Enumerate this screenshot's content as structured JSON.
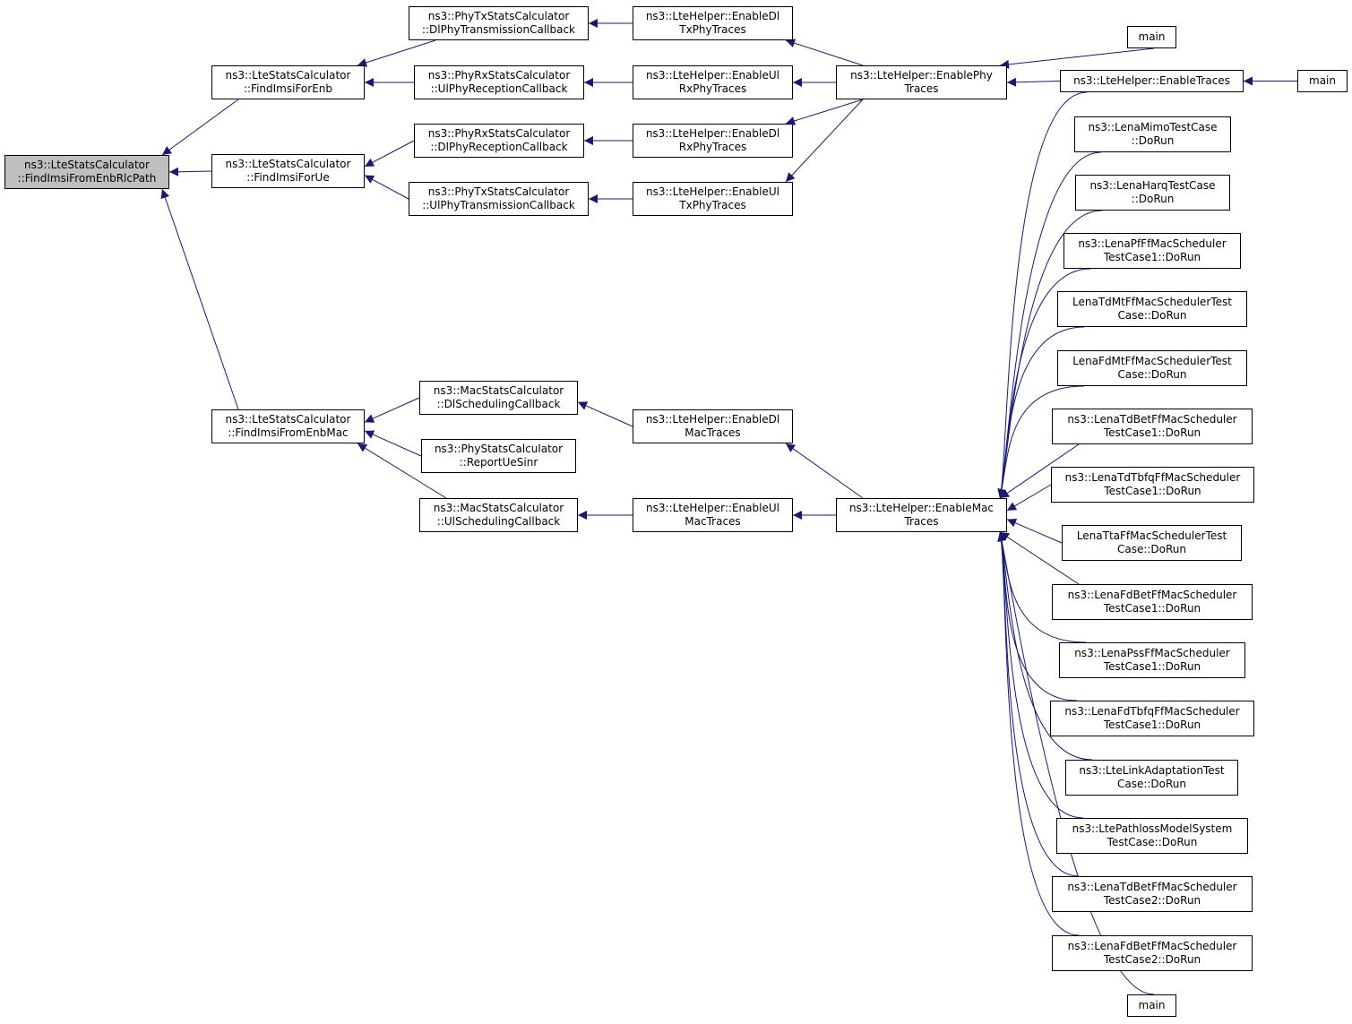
{
  "diagram": {
    "colors": {
      "edge": "#191970",
      "root_fill": "#bfbfbf",
      "node_fill": "#ffffff",
      "border": "#000000"
    },
    "nodes": {
      "root": [
        "ns3::LteStatsCalculator",
        "::FindImsiFromEnbRlcPath"
      ],
      "fife": [
        "ns3::LteStatsCalculator",
        "::FindImsiForEnb"
      ],
      "fiue": [
        "ns3::LteStatsCalculator",
        "::FindImsiForUe"
      ],
      "fimac": [
        "ns3::LteStatsCalculator",
        "::FindImsiFromEnbMac"
      ],
      "dltxcb": [
        "ns3::PhyTxStatsCalculator",
        "::DlPhyTransmissionCallback"
      ],
      "ulrxcb": [
        "ns3::PhyRxStatsCalculator",
        "::UlPhyReceptionCallback"
      ],
      "dlrxcb": [
        "ns3::PhyRxStatsCalculator",
        "::DlPhyReceptionCallback"
      ],
      "ultxcb": [
        "ns3::PhyTxStatsCalculator",
        "::UlPhyTransmissionCallback"
      ],
      "dlsch": [
        "ns3::MacStatsCalculator",
        "::DlSchedulingCallback"
      ],
      "sinr": [
        "ns3::PhyStatsCalculator",
        "::ReportUeSinr"
      ],
      "ulsch": [
        "ns3::MacStatsCalculator",
        "::UlSchedulingCallback"
      ],
      "edltx": [
        "ns3::LteHelper::EnableDl",
        "TxPhyTraces"
      ],
      "eulrx": [
        "ns3::LteHelper::EnableUl",
        "RxPhyTraces"
      ],
      "edlrx": [
        "ns3::LteHelper::EnableDl",
        "RxPhyTraces"
      ],
      "eultx": [
        "ns3::LteHelper::EnableUl",
        "TxPhyTraces"
      ],
      "edlmac": [
        "ns3::LteHelper::EnableDl",
        "MacTraces"
      ],
      "eulmac": [
        "ns3::LteHelper::EnableUl",
        "MacTraces"
      ],
      "ephy": [
        "ns3::LteHelper::EnablePhy",
        "Traces"
      ],
      "emac": [
        "ns3::LteHelper::EnableMac",
        "Traces"
      ],
      "main1": [
        "main"
      ],
      "etraces": [
        "ns3::LteHelper::EnableTraces"
      ],
      "main2": [
        "main"
      ],
      "mimo": [
        "ns3::LenaMimoTestCase",
        "::DoRun"
      ],
      "harq": [
        "ns3::LenaHarqTestCase",
        "::DoRun"
      ],
      "pf": [
        "ns3::LenaPfFfMacScheduler",
        "TestCase1::DoRun"
      ],
      "tdmt": [
        "LenaTdMtFfMacSchedulerTest",
        "Case::DoRun"
      ],
      "fdmt": [
        "LenaFdMtFfMacSchedulerTest",
        "Case::DoRun"
      ],
      "tdbet1": [
        "ns3::LenaTdBetFfMacScheduler",
        "TestCase1::DoRun"
      ],
      "tdtbfq": [
        "ns3::LenaTdTbfqFfMacScheduler",
        "TestCase1::DoRun"
      ],
      "tta": [
        "LenaTtaFfMacSchedulerTest",
        "Case::DoRun"
      ],
      "fdbet1": [
        "ns3::LenaFdBetFfMacScheduler",
        "TestCase1::DoRun"
      ],
      "pss": [
        "ns3::LenaPssFfMacScheduler",
        "TestCase1::DoRun"
      ],
      "fdtbfq": [
        "ns3::LenaFdTbfqFfMacScheduler",
        "TestCase1::DoRun"
      ],
      "linkad": [
        "ns3::LteLinkAdaptationTest",
        "Case::DoRun"
      ],
      "pathloss": [
        "ns3::LtePathlossModelSystem",
        "TestCase::DoRun"
      ],
      "tdbet2": [
        "ns3::LenaTdBetFfMacScheduler",
        "TestCase2::DoRun"
      ],
      "fdbet2": [
        "ns3::LenaFdBetFfMacScheduler",
        "TestCase2::DoRun"
      ],
      "main3": [
        "main"
      ]
    },
    "edges": [
      [
        "fife",
        "root"
      ],
      [
        "fiue",
        "root"
      ],
      [
        "fimac",
        "root"
      ],
      [
        "dltxcb",
        "fife"
      ],
      [
        "ulrxcb",
        "fife"
      ],
      [
        "dlrxcb",
        "fiue"
      ],
      [
        "ultxcb",
        "fiue"
      ],
      [
        "dlsch",
        "fimac"
      ],
      [
        "sinr",
        "fimac"
      ],
      [
        "ulsch",
        "fimac"
      ],
      [
        "edltx",
        "dltxcb"
      ],
      [
        "eulrx",
        "ulrxcb"
      ],
      [
        "edlrx",
        "dlrxcb"
      ],
      [
        "eultx",
        "ultxcb"
      ],
      [
        "edlmac",
        "dlsch"
      ],
      [
        "eulmac",
        "ulsch"
      ],
      [
        "ephy",
        "edltx"
      ],
      [
        "ephy",
        "eulrx"
      ],
      [
        "ephy",
        "edlrx"
      ],
      [
        "ephy",
        "eultx"
      ],
      [
        "emac",
        "edlmac"
      ],
      [
        "emac",
        "eulmac"
      ],
      [
        "main1",
        "ephy"
      ],
      [
        "etraces",
        "ephy"
      ],
      [
        "etraces",
        "emac"
      ],
      [
        "main2",
        "etraces"
      ],
      [
        "mimo",
        "emac"
      ],
      [
        "harq",
        "emac"
      ],
      [
        "pf",
        "emac"
      ],
      [
        "tdmt",
        "emac"
      ],
      [
        "fdmt",
        "emac"
      ],
      [
        "tdbet1",
        "emac"
      ],
      [
        "tdtbfq",
        "emac"
      ],
      [
        "tta",
        "emac"
      ],
      [
        "fdbet1",
        "emac"
      ],
      [
        "pss",
        "emac"
      ],
      [
        "fdtbfq",
        "emac"
      ],
      [
        "linkad",
        "emac"
      ],
      [
        "pathloss",
        "emac"
      ],
      [
        "tdbet2",
        "emac"
      ],
      [
        "fdbet2",
        "emac"
      ],
      [
        "main3",
        "emac"
      ]
    ]
  }
}
